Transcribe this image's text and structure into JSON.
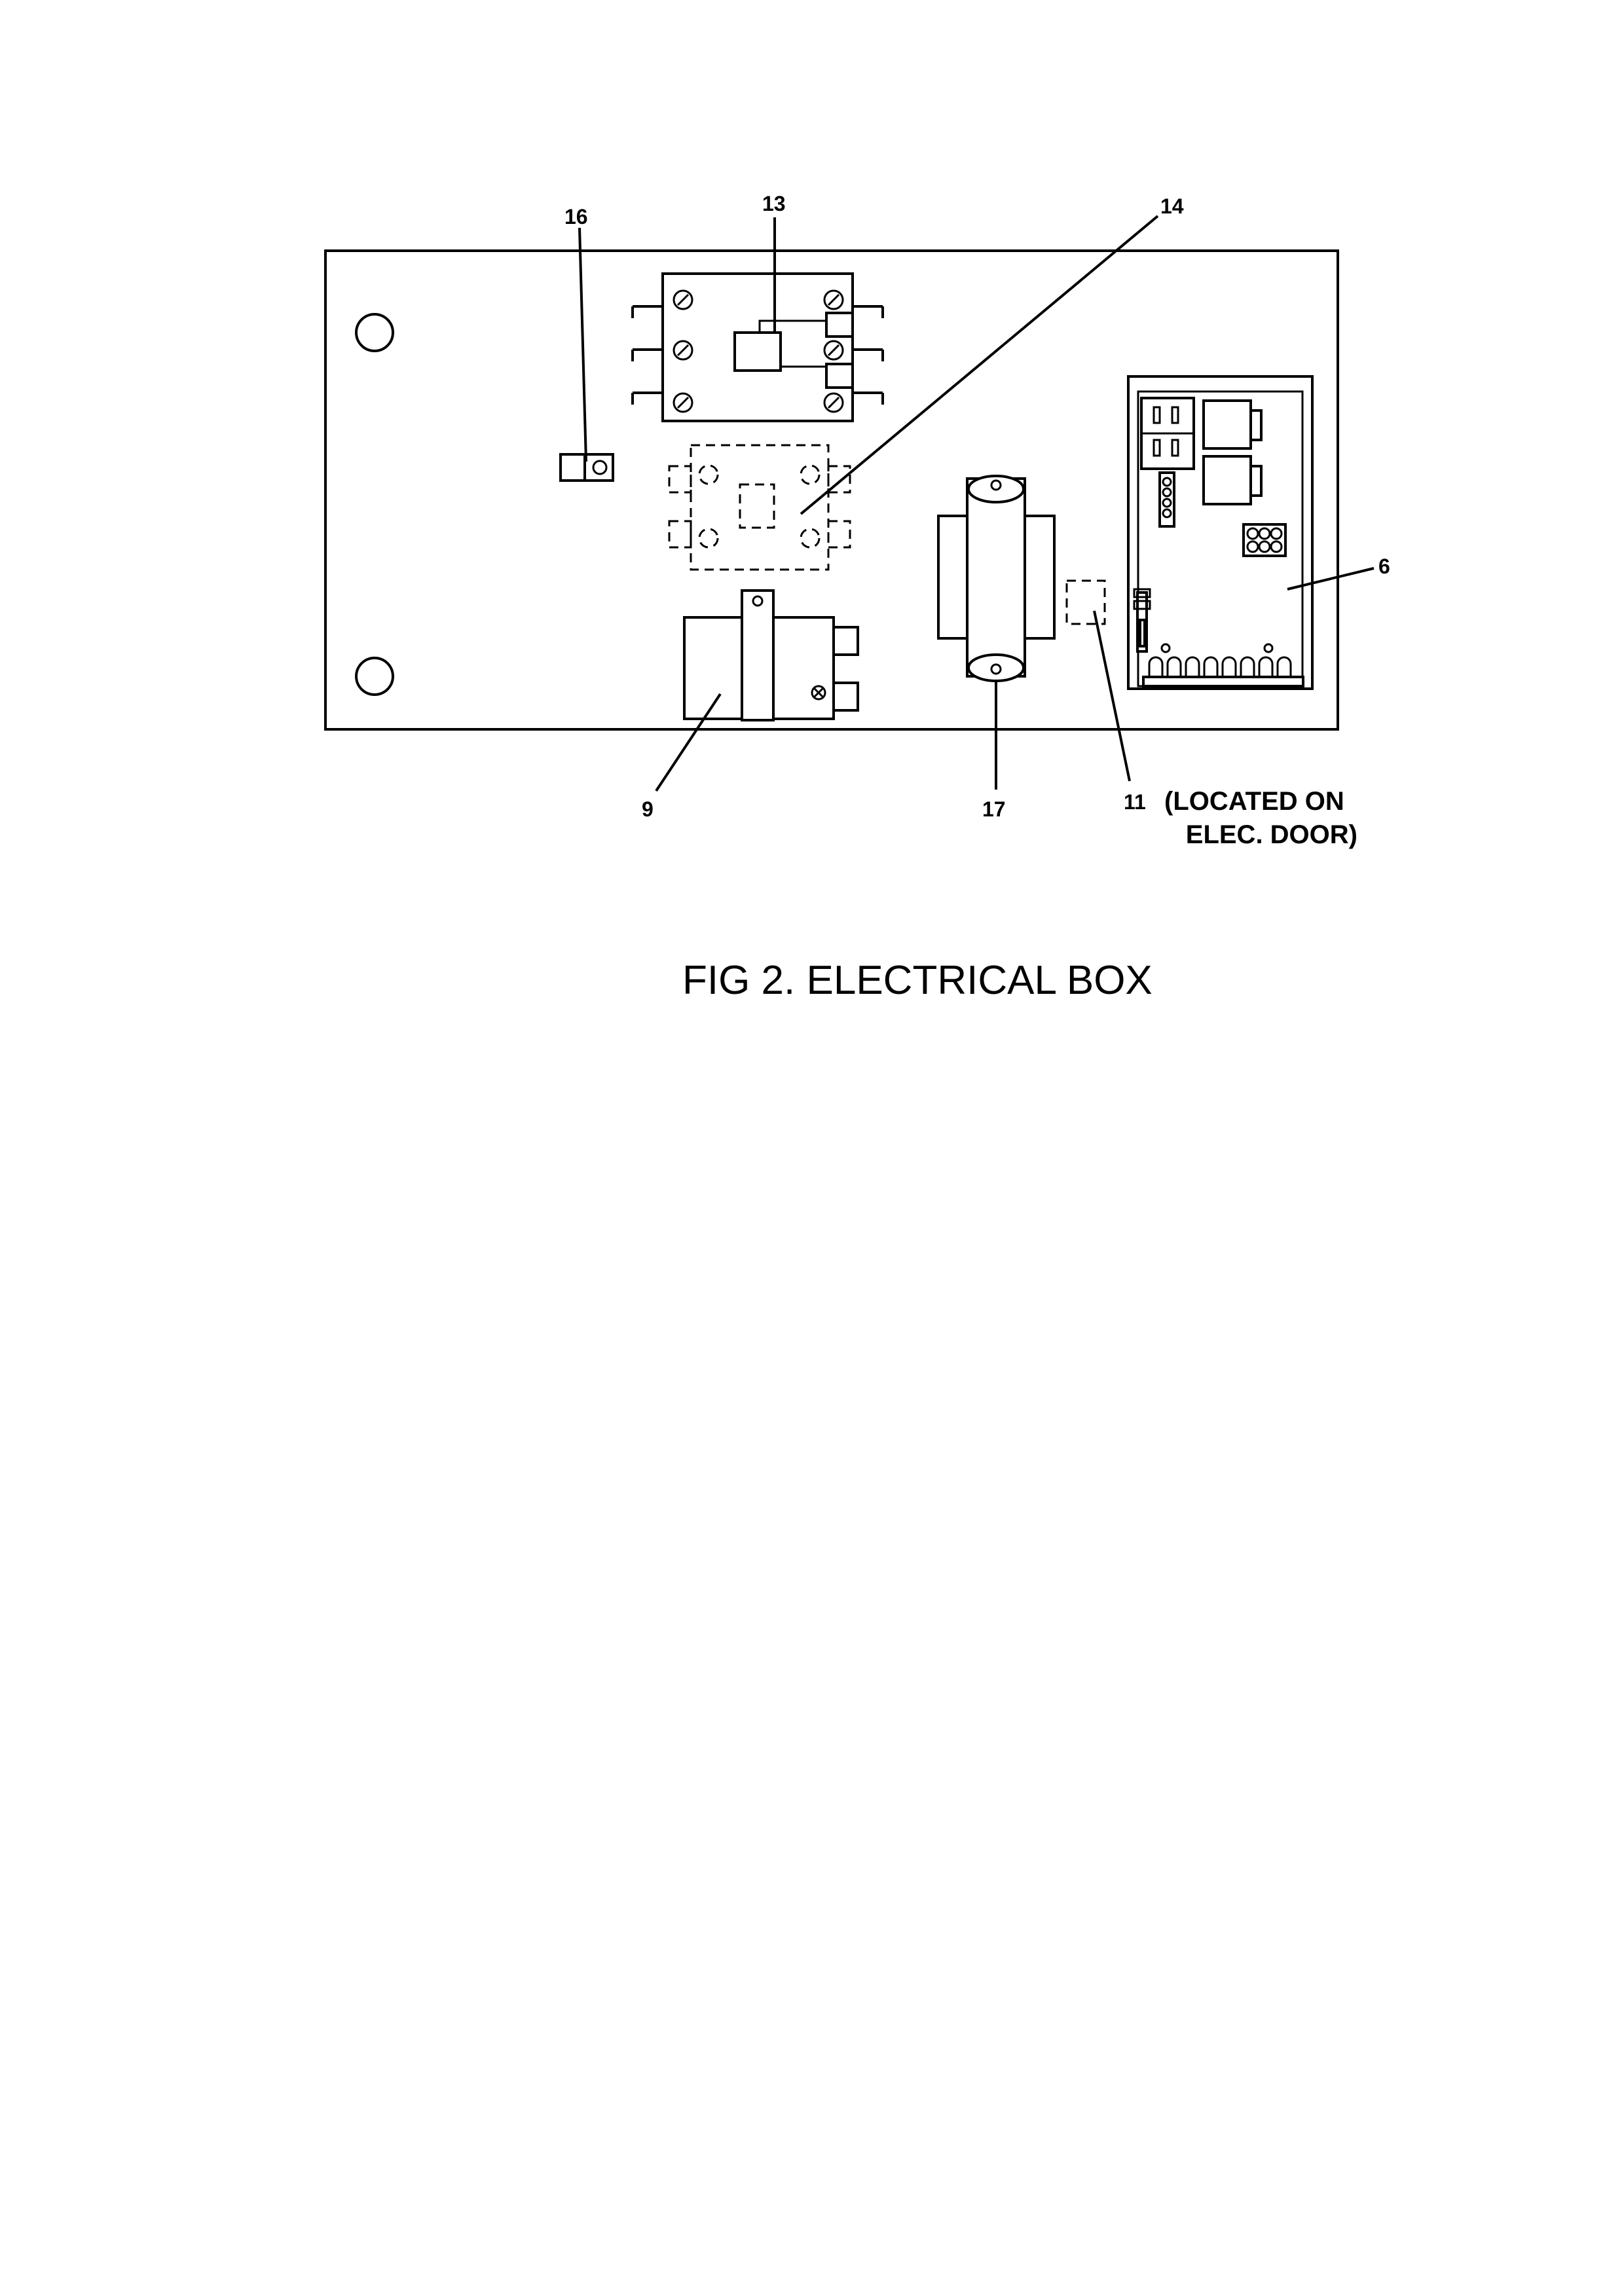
{
  "diagram": {
    "callouts": {
      "c16": "16",
      "c13": "13",
      "c14": "14",
      "c6": "6",
      "c9": "9",
      "c17": "17",
      "c11": "11"
    },
    "note": {
      "line1": "(LOCATED ON",
      "line2": "ELEC. DOOR)"
    },
    "caption": "FIG 2. ELECTRICAL BOX"
  }
}
